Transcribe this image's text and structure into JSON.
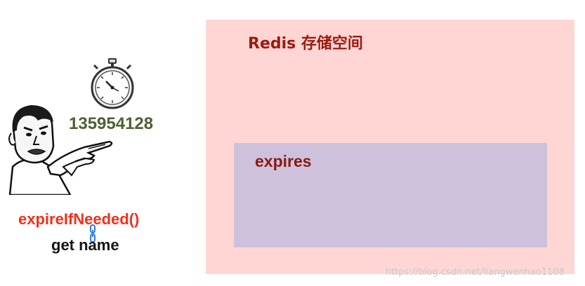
{
  "redis_space": {
    "title": "Redis 存储空间",
    "expires": {
      "label": "expires"
    }
  },
  "timer": {
    "icon": "stopwatch-icon",
    "value": "135954128"
  },
  "commands": {
    "function_call": "expireIfNeeded()",
    "get_command": "get name"
  },
  "watermark": "https://blog.csdn.net/liangwenhao1108",
  "colors": {
    "redis_box": "#ffd6d4",
    "expires_box": "#cec1dc",
    "title_text": "#9b1b10",
    "timer_text": "#4e6133",
    "function_text": "#f0311a"
  }
}
